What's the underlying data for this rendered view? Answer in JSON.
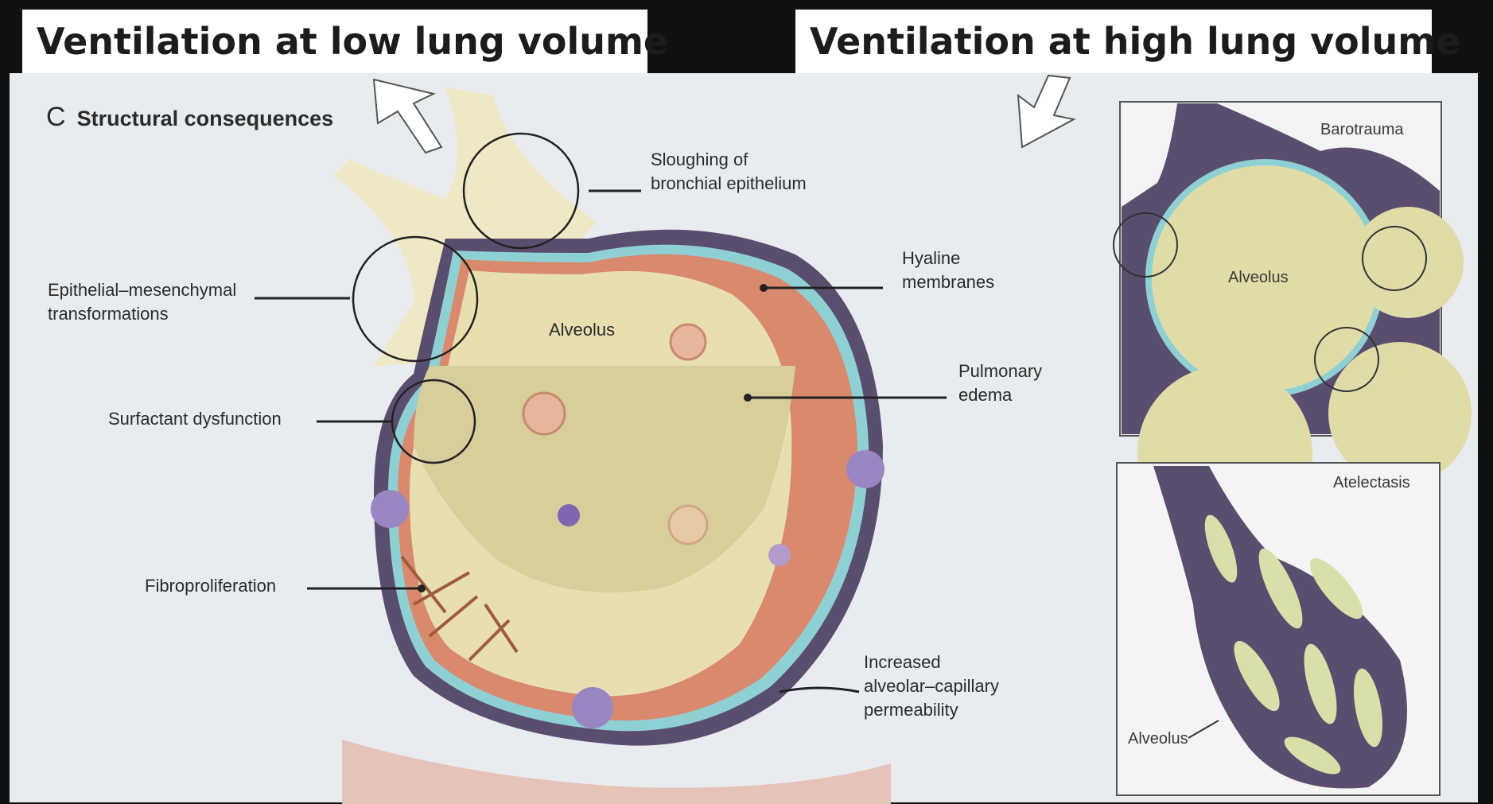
{
  "headers": {
    "low_volume": "Ventilation at low lung volume",
    "high_volume": "Ventilation at high lung volume"
  },
  "panel": {
    "letter": "C",
    "title": "Structural consequences"
  },
  "labels": {
    "sloughing_1": "Sloughing of",
    "sloughing_2": "bronchial epithelium",
    "emt_1": "Epithelial–mesenchymal",
    "emt_2": "transformations",
    "hyaline_1": "Hyaline",
    "hyaline_2": "membranes",
    "alveolus_main": "Alveolus",
    "pulmonary_1": "Pulmonary",
    "pulmonary_2": "edema",
    "surfactant": "Surfactant dysfunction",
    "fibro": "Fibroproliferation",
    "perm_1": "Increased",
    "perm_2": "alveolar–capillary",
    "perm_3": "permeability"
  },
  "insets": {
    "barotrauma_title": "Barotrauma",
    "barotrauma_alveolus": "Alveolus",
    "atelectasis_title": "Atelectasis",
    "atelectasis_alveolus": "Alveolus"
  },
  "colors": {
    "background_panel": "#e9ecef",
    "alveolus_fill": "#e8dfb0",
    "edema_fill": "#d6cf9c",
    "hyaline_fill": "#d98a6e",
    "wall": "#5a4e6e",
    "epithelium": "#8fd0d2",
    "macrophage": "#9b86c4"
  }
}
